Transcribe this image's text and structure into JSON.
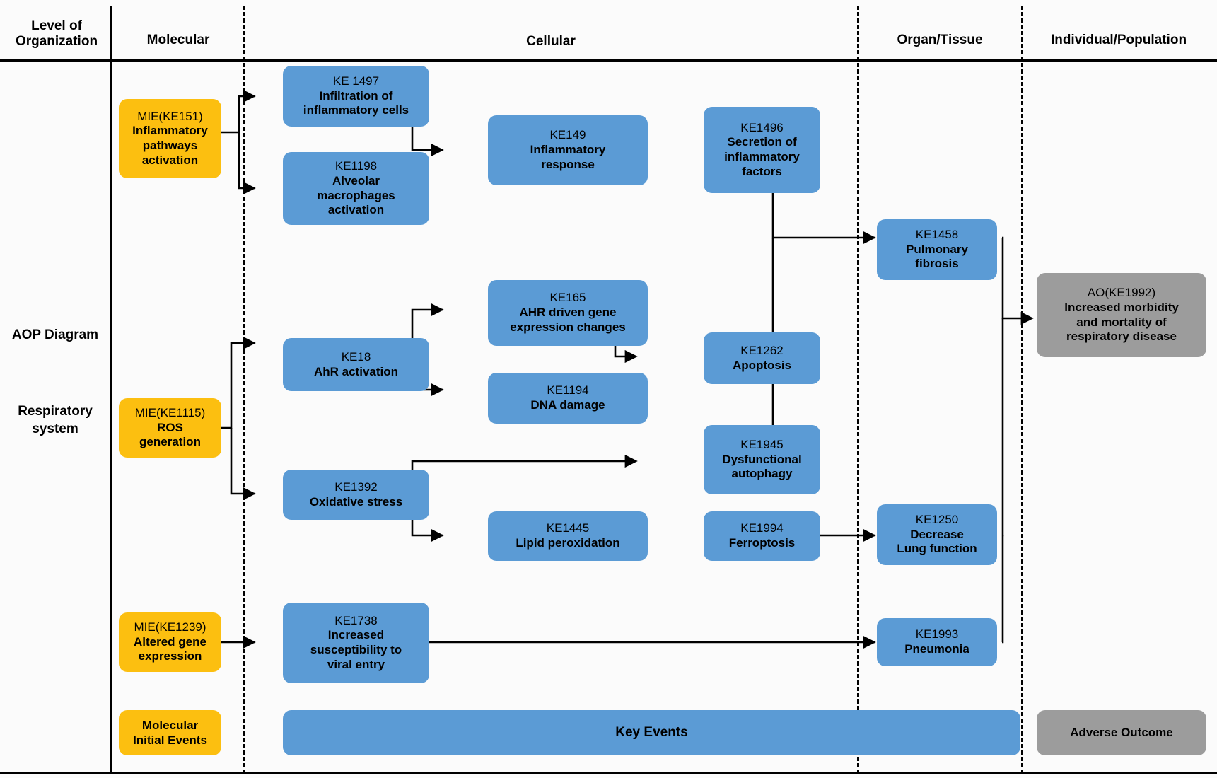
{
  "diagram": {
    "title": "AOP Diagram",
    "subtitle": "Respiratory system",
    "level_of_organization_label": "Level of\nOrganization"
  },
  "header": {
    "level_label_line1": "Level of",
    "level_label_line2": "Organization",
    "columns": [
      {
        "label": "Molecular"
      },
      {
        "label": "Cellular"
      },
      {
        "label": "Organ/Tissue"
      },
      {
        "label": "Individual/Population"
      }
    ]
  },
  "side": {
    "title": "AOP Diagram",
    "subtitle_line1": "Respiratory",
    "subtitle_line2": "system"
  },
  "colors": {
    "mie": "#fcbf10",
    "key_event": "#5b9bd5",
    "adverse_outcome": "#9c9c9c",
    "background": "#fbfbfb",
    "rule": "#000000"
  },
  "nodes": {
    "mie_ke151": {
      "id": "MIE(KE151)",
      "title": "Inflammatory\npathways\nactivation",
      "type": "mie"
    },
    "mie_ke1115": {
      "id": "MIE(KE1115)",
      "title": "ROS\ngeneration",
      "type": "mie"
    },
    "mie_ke1239": {
      "id": "MIE(KE1239)",
      "title": "Altered gene\nexpression",
      "type": "mie"
    },
    "ke1497": {
      "id": "KE 1497",
      "title": "Infiltration of\ninflammatory cells",
      "type": "key_event"
    },
    "ke1198": {
      "id": "KE1198",
      "title": "Alveolar\nmacrophages\nactivation",
      "type": "key_event"
    },
    "ke149": {
      "id": "KE149",
      "title": "Inflammatory\nresponse",
      "type": "key_event"
    },
    "ke1496": {
      "id": "KE1496",
      "title": "Secretion of\ninflammatory\nfactors",
      "type": "key_event"
    },
    "ke18": {
      "id": "KE18",
      "title": "AhR activation",
      "type": "key_event"
    },
    "ke165": {
      "id": "KE165",
      "title": "AHR driven gene\nexpression changes",
      "type": "key_event"
    },
    "ke1194": {
      "id": "KE1194",
      "title": "DNA damage",
      "type": "key_event"
    },
    "ke1262": {
      "id": "KE1262",
      "title": "Apoptosis",
      "type": "key_event"
    },
    "ke1392": {
      "id": "KE1392",
      "title": "Oxidative stress",
      "type": "key_event"
    },
    "ke1945": {
      "id": "KE1945",
      "title": "Dysfunctional\nautophagy",
      "type": "key_event"
    },
    "ke1445": {
      "id": "KE1445",
      "title": "Lipid peroxidation",
      "type": "key_event"
    },
    "ke1994": {
      "id": "KE1994",
      "title": "Ferroptosis",
      "type": "key_event"
    },
    "ke1738": {
      "id": "KE1738",
      "title": "Increased\nsusceptibility to\nviral entry",
      "type": "key_event"
    },
    "ke1458": {
      "id": "KE1458",
      "title": "Pulmonary\nfibrosis",
      "type": "key_event"
    },
    "ke1250": {
      "id": "KE1250",
      "title": "Decrease\nLung function",
      "type": "key_event"
    },
    "ke1993": {
      "id": "KE1993",
      "title": "Pneumonia",
      "type": "key_event"
    },
    "ao1992": {
      "id": "AO(KE1992)",
      "title": "Increased morbidity\nand mortality of\nrespiratory disease",
      "type": "adverse_outcome"
    }
  },
  "legend": {
    "mie_label": "Molecular\nInitial Events",
    "ke_label": "Key Events",
    "ao_label": "Adverse Outcome"
  }
}
